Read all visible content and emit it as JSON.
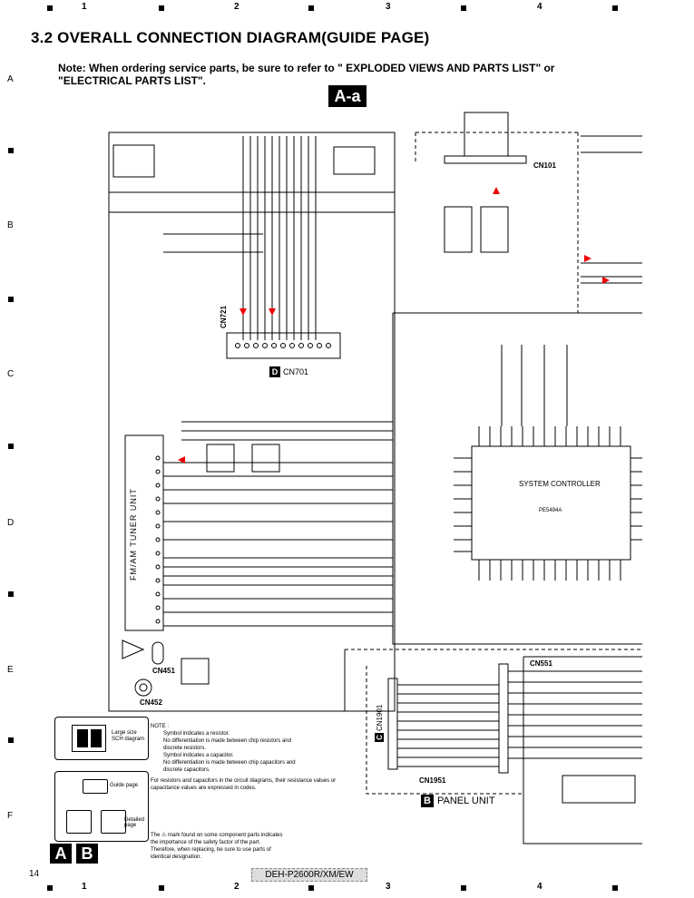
{
  "page": {
    "title": "3.2  OVERALL CONNECTION DIAGRAM(GUIDE PAGE)",
    "note_line1": "Note: When ordering service parts, be sure to refer to \" EXPLODED VIEWS AND PARTS LIST\" or",
    "note_line2": "\"ELECTRICAL PARTS LIST\".",
    "page_number": "14",
    "model": "DEH-P2600R/XM/EW"
  },
  "grid": {
    "columns": [
      "1",
      "2",
      "3",
      "4"
    ],
    "rows": [
      "A",
      "B",
      "C",
      "D",
      "E",
      "F"
    ]
  },
  "diagram": {
    "section_label": "A-a",
    "system_controller": "SYSTEM CONTROLLER",
    "system_controller_part": "PE5494A",
    "tuner_unit": "FM/AM TUNER UNIT",
    "panel_unit_letter": "B",
    "panel_unit_label": "PANEL UNIT",
    "connectors": {
      "cn701": "CN701",
      "cn701_letter": "D",
      "cn721": "CN721",
      "cn101": "CN101",
      "cn451": "CN451",
      "cn452": "CN452",
      "cn551": "CN551",
      "cn1901": "CN1901",
      "cn1901_letter": "C",
      "cn1951": "CN1951"
    }
  },
  "legend": {
    "large_size_label": "Large size\nSCH diagram",
    "guide_page_label": "Guide page",
    "detailed_page_label": "Detailed page",
    "note_header": "NOTE :",
    "resistor_note": "Symbol indicates a resistor.\nNo differentiation is made between chip resistors and\ndiscrete resistors.",
    "capacitor_note": "Symbol indicates a capacitor.\nNo differentiation is made between chip capacitors and\ndiscrete capacitors.",
    "values_note": "For resistors and capacitors in the circuit diagrams, their resistance values or\ncapacitance values are expressed in codes.",
    "safety_note": "The ⚠ mark found on some component parts indicates\nthe importance of the safety factor of the part.\nTherefore, when replacing, be sure to use parts of\nidentical designation."
  },
  "footer_badges": {
    "a": "A",
    "b": "B"
  }
}
